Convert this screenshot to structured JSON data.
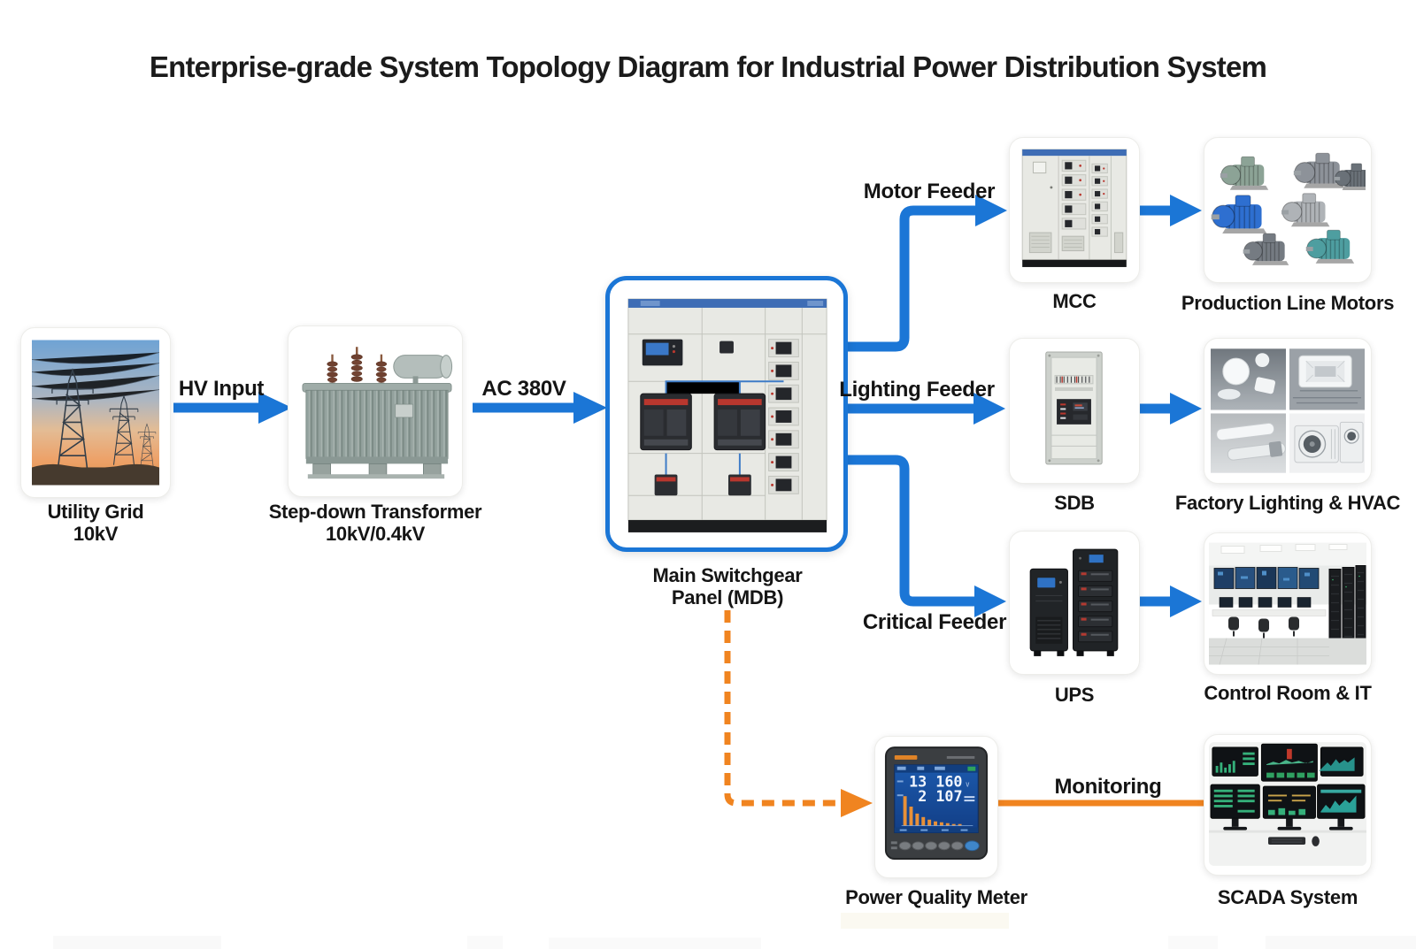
{
  "title": "Enterprise-grade System Topology Diagram for Industrial Power Distribution System",
  "colors": {
    "arrow_blue": "#1B76D6",
    "arrow_orange": "#F08420",
    "mdb_highlight_border": "#1B76D6",
    "label_text": "#151515",
    "page_background": "#FFFFFF",
    "card_background": "#FFFFFF"
  },
  "nodes": {
    "utility_grid": {
      "label_line1": "Utility Grid",
      "label_line2": "10kV",
      "image": "transmission-towers-at-sunset"
    },
    "transformer": {
      "label_line1": "Step-down Transformer",
      "label_line2": "10kV/0.4kV",
      "image": "oil-immersed-transformer"
    },
    "mdb": {
      "label_line1": "Main Switchgear",
      "label_line2": "Panel (MDB)",
      "image": "low-voltage-switchgear-cabinets",
      "highlighted": true
    },
    "mcc": {
      "label": "MCC",
      "image": "motor-control-center-cabinets"
    },
    "motors": {
      "label": "Production Line Motors",
      "image": "assorted-electric-motors"
    },
    "sdb": {
      "label": "SDB",
      "image": "sub-distribution-board"
    },
    "lighting_hvac": {
      "label": "Factory Lighting & HVAC",
      "image": "led-panels-cassette-ac-linear-lights-outdoor-units"
    },
    "ups": {
      "label": "UPS",
      "image": "ups-tower-and-battery-cabinet"
    },
    "control_room": {
      "label": "Control Room & IT",
      "image": "control-room-video-wall-and-server-racks"
    },
    "power_quality_meter": {
      "label": "Power Quality Meter",
      "image": "power-quality-meter",
      "display": {
        "voltage": "13 160",
        "voltage_unit": "V",
        "secondary": "2 107"
      }
    },
    "scada": {
      "label": "SCADA System",
      "image": "multi-monitor-scada-workstation"
    }
  },
  "edges": {
    "hv_input": {
      "label": "HV Input",
      "style": "solid-blue-arrow"
    },
    "ac_380v": {
      "label": "AC 380V",
      "style": "solid-blue-arrow"
    },
    "motor_feeder": {
      "label": "Motor Feeder",
      "style": "solid-blue-arrow"
    },
    "lighting_feeder": {
      "label": "Lighting Feeder",
      "style": "solid-blue-arrow"
    },
    "critical_feeder": {
      "label": "Critical Feeder",
      "style": "solid-blue-arrow"
    },
    "mdb_to_meter": {
      "label": "",
      "style": "dashed-orange-arrow"
    },
    "monitoring": {
      "label": "Monitoring",
      "style": "solid-orange-line"
    }
  }
}
